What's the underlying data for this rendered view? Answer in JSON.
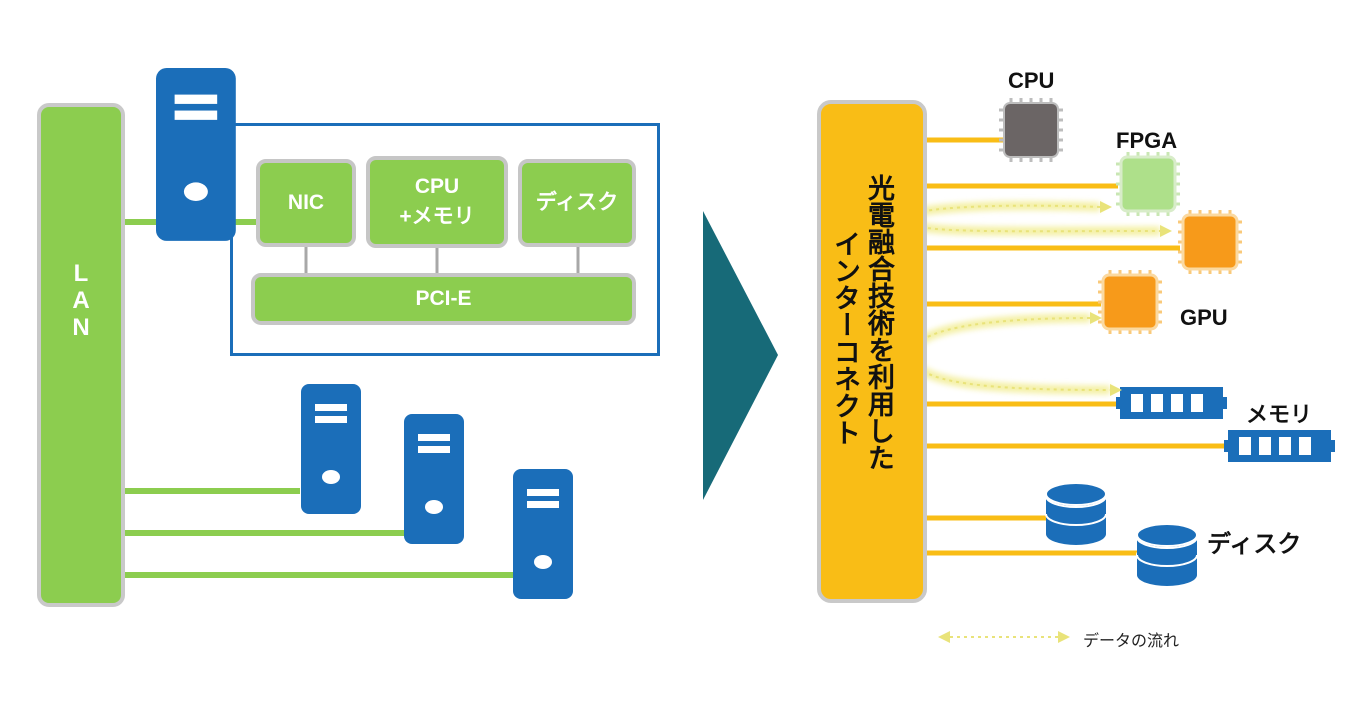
{
  "left": {
    "lan_label": "LAN",
    "components": {
      "nic": "NIC",
      "cpu_line1": "CPU",
      "cpu_line2": "+メモリ",
      "disk": "ディスク",
      "pcie": "PCI-E"
    }
  },
  "right": {
    "interconnect_col1": "光電融合技術を利用した",
    "interconnect_col2": "インターコネクト",
    "labels": {
      "cpu": "CPU",
      "fpga": "FPGA",
      "gpu": "GPU",
      "memory": "メモリ",
      "disk": "ディスク"
    },
    "legend": "データの流れ"
  },
  "colors": {
    "lan_green": "#8ccd4f",
    "server_blue": "#1b6eb9",
    "arrow_teal": "#176a78",
    "interconnect_orange": "#f9bd16",
    "gpu_orange": "#f79a1a",
    "fpga_green": "#aee08a",
    "cpu_gray": "#6b6565",
    "flow_yellow": "#f3ee9a"
  }
}
